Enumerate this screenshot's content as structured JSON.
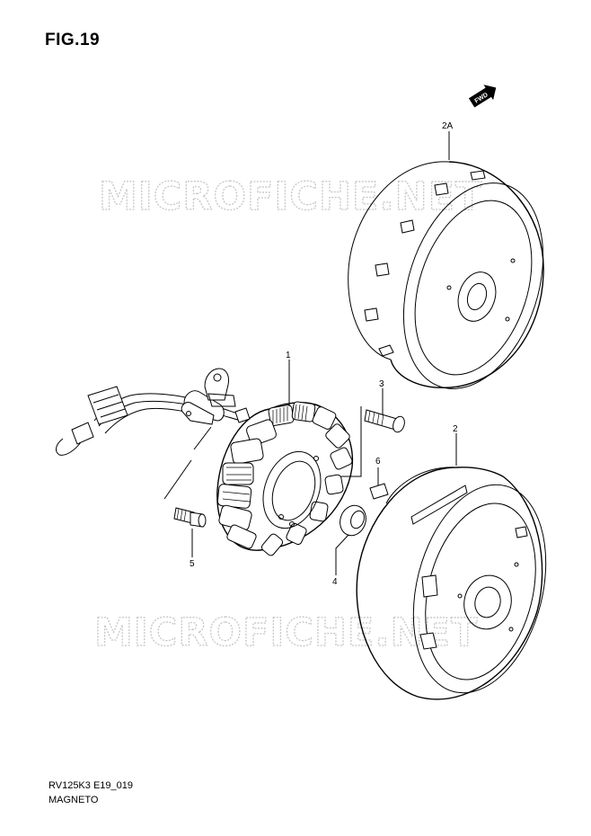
{
  "figure": {
    "title": "FIG.19",
    "fwd_badge": "FWD"
  },
  "watermark": {
    "text": "MICROFICHE.NET"
  },
  "callouts": {
    "flywheel_rotor_assy": "2A",
    "stator": "1",
    "bolt_stator": "3",
    "rotor": "2",
    "key": "6",
    "washer": "4",
    "bolt_pickup": "5"
  },
  "footer": {
    "code": "RV125K3 E19_019",
    "name": "MAGNETO"
  }
}
